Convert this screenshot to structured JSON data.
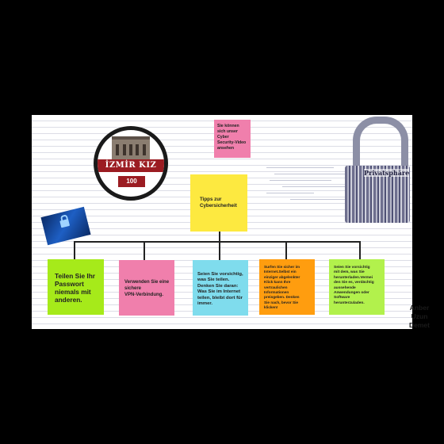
{
  "notes": {
    "video": [
      "Sie können",
      "sich unser",
      "Cyber",
      "Security-Video",
      "ansehen"
    ],
    "center": [
      "Tipps zur",
      "Cybersicherheit"
    ],
    "tip1": [
      "Teilen Sie Ihr",
      "Passwort",
      "niemals mit",
      "anderen."
    ],
    "tip2": [
      "Verwenden Sie eine",
      "sichere",
      "VPN-Verbindung."
    ],
    "tip3": [
      "Seien Sie vorsichtig,",
      "was Sie teilen.",
      "Denken Sie daran:",
      "Was Sie im Internet",
      "teilen, bleibt dort für",
      "immer."
    ],
    "tip4": [
      "Surfen Sie sicher im",
      "Internet.Selbst ein",
      "einziger abgelenkter",
      "Klick kann Ihre",
      "vertraulichen",
      "Informationen",
      "preisgeben. Denken",
      "Sie nach, bevor Sie",
      "klicken!"
    ],
    "tip5": [
      "Seien Sie vorsichtig",
      "mit dem, was Sie",
      "herunterladen.Vermei",
      "den Sie es, verdächtig",
      "aussehende",
      "Anwendungen oder",
      "Software",
      "herunterzuladen."
    ]
  },
  "logo": {
    "banner": "İZMİR KIZ LİSESİ",
    "anniversary": "100"
  },
  "padlock": {
    "word": "Privatsphäre"
  },
  "authors": [
    "Anber",
    "Uzun",
    "Demet"
  ],
  "colors": {
    "pink": "#f07fac",
    "yellow": "#fde940",
    "green": "#a6ea1a",
    "cyan": "#7fdced",
    "orange": "#ff9d0f",
    "lime": "#b2f14c"
  }
}
